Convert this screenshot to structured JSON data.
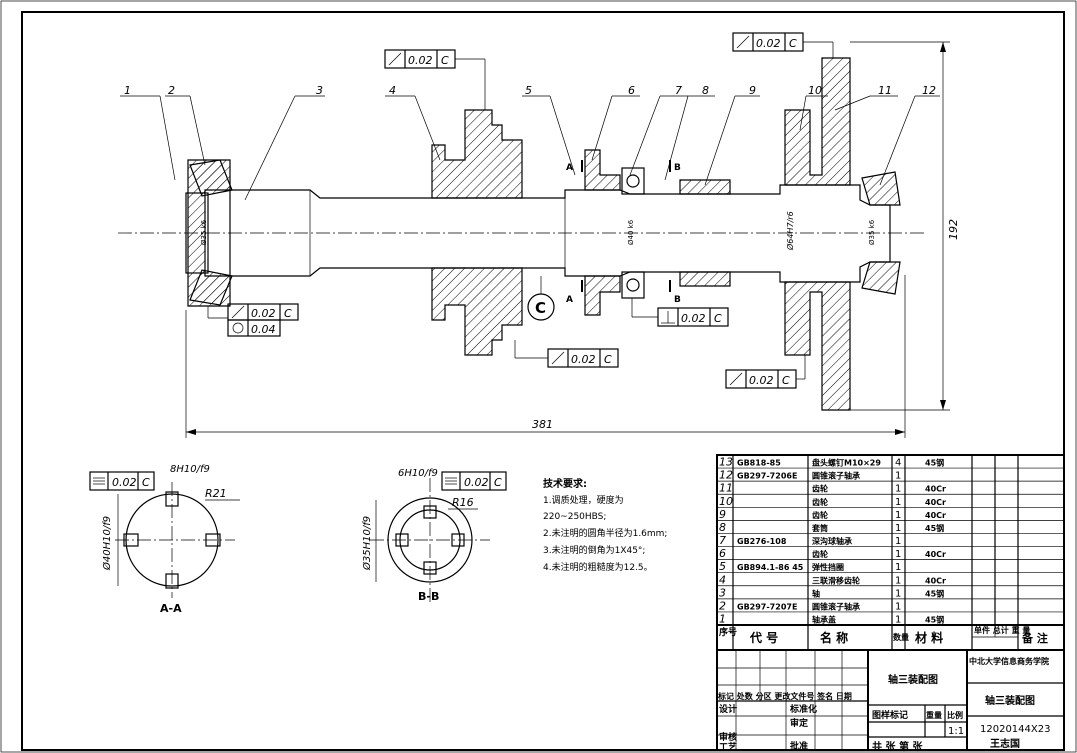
{
  "part_numbers": [
    "1",
    "2",
    "3",
    "4",
    "5",
    "6",
    "7",
    "8",
    "9",
    "10",
    "11",
    "12"
  ],
  "tolerance": {
    "runout_002": "0.02",
    "cyl_004": "0.04",
    "perp_002": "0.02",
    "datum_c": "C",
    "datum_circle": "C"
  },
  "section_marks": {
    "a": "A",
    "b": "B"
  },
  "dims": {
    "length": "381",
    "height": "192",
    "d_left": "Ø35 k6",
    "d_mid": "Ø40 k6",
    "d_gear": "Ø64H7/r6",
    "d_right": "Ø35 k6",
    "aa_width": "8H10/f9",
    "aa_d": "Ø40H10/f9",
    "aa_r": "R21",
    "bb_width": "6H10/f9",
    "bb_d": "Ø35H10/f9",
    "bb_r": "R16"
  },
  "section_labels": {
    "aa": "A-A",
    "bb": "B-B"
  },
  "tech": {
    "title": "技术要求:",
    "lines": [
      "1.调质处理，硬度为",
      "220~250HBS;",
      "2.未注明的圆角半径为1.6mm;",
      "3.未注明的倒角为1X45°;",
      "4.未注明的粗糙度为12.5。"
    ]
  },
  "bom": [
    {
      "no": "13",
      "code": "GB818-85",
      "name": "盘头螺钉M10×29",
      "qty": "4",
      "mat": "45钢"
    },
    {
      "no": "12",
      "code": "GB297-7206E",
      "name": "圆锥滚子轴承",
      "qty": "1",
      "mat": ""
    },
    {
      "no": "11",
      "code": "",
      "name": "齿轮",
      "qty": "1",
      "mat": "40Cr"
    },
    {
      "no": "10",
      "code": "",
      "name": "齿轮",
      "qty": "1",
      "mat": "40Cr"
    },
    {
      "no": "9",
      "code": "",
      "name": "齿轮",
      "qty": "1",
      "mat": "40Cr"
    },
    {
      "no": "8",
      "code": "",
      "name": "套筒",
      "qty": "1",
      "mat": "45钢"
    },
    {
      "no": "7",
      "code": "GB276-108",
      "name": "深沟球轴承",
      "qty": "1",
      "mat": ""
    },
    {
      "no": "6",
      "code": "",
      "name": "齿轮",
      "qty": "1",
      "mat": "40Cr"
    },
    {
      "no": "5",
      "code": "GB894.1-86 45",
      "name": "弹性挡圈",
      "qty": "1",
      "mat": ""
    },
    {
      "no": "4",
      "code": "",
      "name": "三联滑移齿轮",
      "qty": "1",
      "mat": "40Cr"
    },
    {
      "no": "3",
      "code": "",
      "name": "轴",
      "qty": "1",
      "mat": "45钢"
    },
    {
      "no": "2",
      "code": "GB297-7207E",
      "name": "圆锥滚子轴承",
      "qty": "1",
      "mat": ""
    },
    {
      "no": "1",
      "code": "",
      "name": "轴承盖",
      "qty": "1",
      "mat": "45钢"
    }
  ],
  "bom_header": {
    "no": "序号",
    "code": "代 号",
    "name": "名    称",
    "qty": "数量",
    "mat": "材  料",
    "weight": "单件 总计 重 量",
    "note": "备 注"
  },
  "title_block": {
    "drawing_name": "轴三装配图",
    "school": "中北大学信息商务学院",
    "drawing_name2": "轴三装配图",
    "code": "12020144X23",
    "author": "王志国",
    "mark_row": "标记 处数 分区 更改文件号 签名 日期",
    "design": "设计",
    "std": "标准化",
    "review": "审核",
    "craft": "工艺",
    "approve": "批准",
    "stage": "图样标记",
    "weight": "重量",
    "scale_label": "比例",
    "scale": "1:1",
    "total": "共    张  第    张",
    "check": "审定"
  }
}
